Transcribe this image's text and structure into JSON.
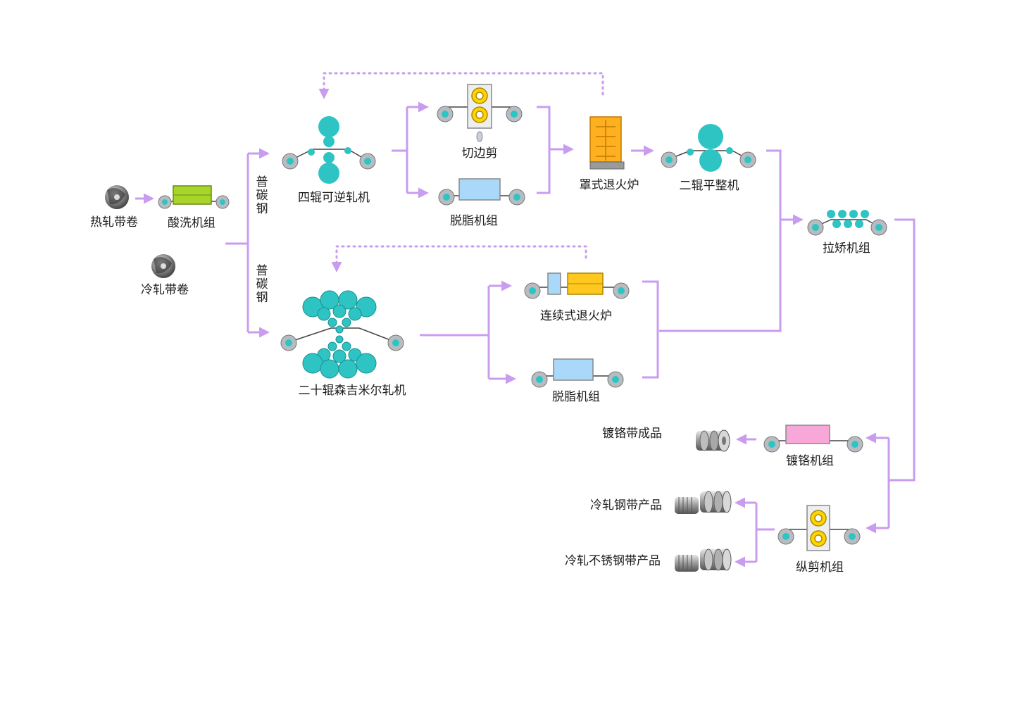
{
  "colors": {
    "flow_arrow": "#c99cf0",
    "roll_teal": "#2ec4c4",
    "roll_gray": "#b8bcc0",
    "acid_tank_green": "#a8d52a",
    "degrease_blue": "#a9d8f8",
    "furnace_orange": "#ffb020",
    "anneal_yellow": "#ffc81e",
    "chrome_pink": "#f7a8d8",
    "shear_yellow": "#ffd400"
  },
  "labels": {
    "hot_coil": "热轧带卷",
    "pickling_line": "酸洗机组",
    "cold_coil": "冷轧带卷",
    "plain_carbon_upper": "普碳钢",
    "plain_carbon_lower": "普碳钢",
    "four_high_mill": "四辊可逆轧机",
    "edge_trimming": "切边剪",
    "degreasing_upper": "脱脂机组",
    "bell_annealing": "罩式退火炉",
    "two_high_skin_pass": "二辊平整机",
    "tension_leveler": "拉矫机组",
    "sendzimir_mill": "二十辊森吉米尔轧机",
    "continuous_annealing": "连续式退火炉",
    "degreasing_lower": "脱脂机组",
    "chrome_product": "镀铬带成品",
    "chrome_line": "镀铬机组",
    "cold_steel_product": "冷轧钢带产品",
    "cold_stainless_product": "冷轧不锈钢带产品",
    "slitting_line": "纵剪机组"
  },
  "icons": {
    "coil": "steel-coil-icon",
    "roll": "roller-icon",
    "furnace": "annealing-furnace-icon",
    "arrow": "flow-arrow-icon"
  }
}
